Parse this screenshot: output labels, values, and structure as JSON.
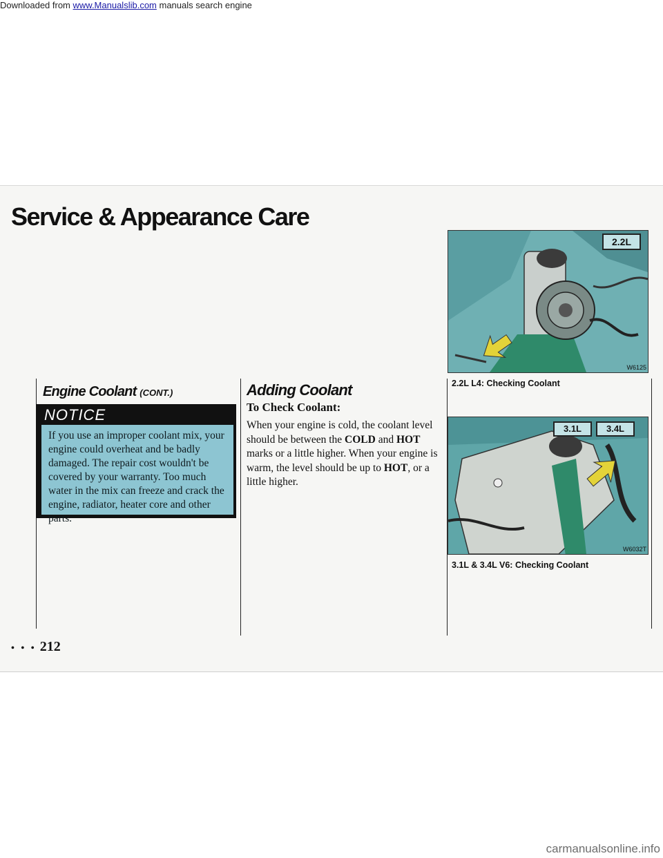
{
  "banner": {
    "prefix": "Downloaded from ",
    "link_text": "www.Manualslib.com",
    "suffix": " manuals search engine"
  },
  "page": {
    "section_title": "Service & Appearance Care",
    "page_number": "212",
    "page_dots": "• • •"
  },
  "left_column": {
    "heading": "Engine Coolant",
    "heading_cont": "(CONT.)",
    "notice_title": "NOTICE",
    "notice_text": "If you use an improper coolant mix, your engine could overheat and be badly damaged. The repair cost wouldn't be covered by your warranty. Too much water in the mix can freeze and crack the engine, radiator, heater core and other parts."
  },
  "middle_column": {
    "heading": "Adding Coolant",
    "subheading": "To Check Coolant:",
    "para_1": "When your engine is cold, the coolant level should be between the ",
    "cold": "COLD",
    "para_2": " and ",
    "hot_1": "HOT",
    "para_3": " marks or a little higher. When your engine is warm, the level should be up to ",
    "hot_2": "HOT",
    "para_4": ", or a little higher."
  },
  "right_column": {
    "figure_1": {
      "label": "2.2L",
      "code": "W6125",
      "caption": "2.2L L4: Checking Coolant"
    },
    "figure_2": {
      "label_a": "3.1L",
      "label_b": "3.4L",
      "code": "W6032T",
      "caption": "3.1L & 3.4L V6: Checking Coolant"
    }
  },
  "watermark": "carmanualsonline.info",
  "colors": {
    "notice_fill": "#8dc5d2",
    "photo_teal": "#5fa6a8",
    "photo_green": "#2f8a6a",
    "arrow_yellow": "#e3d339"
  }
}
